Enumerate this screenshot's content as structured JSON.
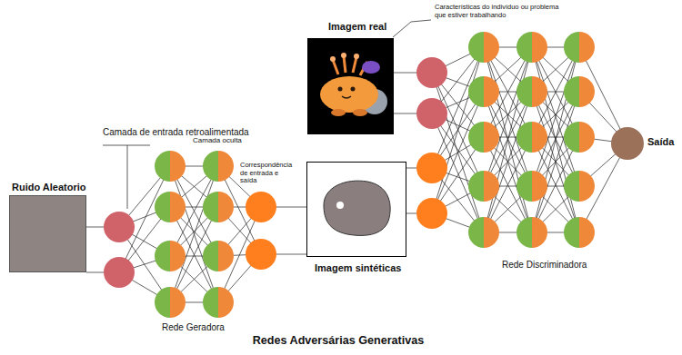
{
  "diagram": {
    "title": "Redes Adversárias Generativas",
    "nodes": [
      {
        "text": [
          "Imagem real"
        ]
      },
      {
        "text": [
          "Ruido Aleatorio"
        ]
      },
      {
        "text": [
          "Imagem sintéticas"
        ]
      },
      {
        "text": [
          "Saída"
        ]
      }
    ],
    "labels": [
      "Características do indivíduo ou problema que estiver trabalhando",
      "Camada de entrada retroalimentada",
      "Camada oculta",
      "Correspondência de entrada e saída",
      "Rede Geradora",
      "Rede Discriminadora"
    ]
  }
}
